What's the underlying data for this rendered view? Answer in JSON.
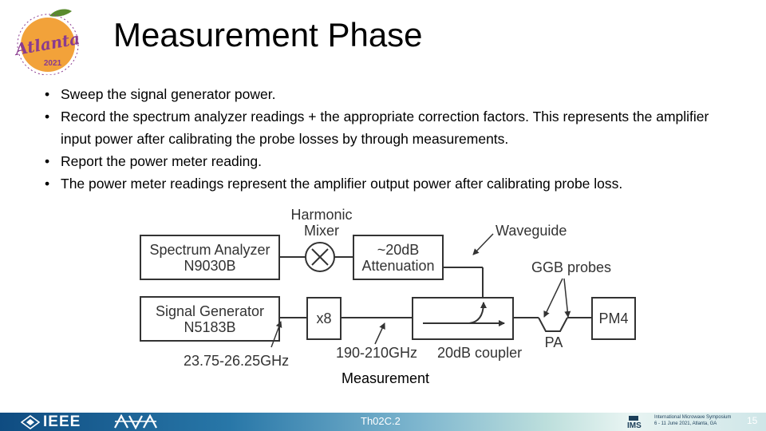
{
  "slide": {
    "title": "Measurement Phase",
    "caption": "Measurement"
  },
  "logo": {
    "city": "Atlanta",
    "year": "2021"
  },
  "bullets": [
    "Sweep the signal generator power.",
    "Record the spectrum analyzer readings + the appropriate correction factors. This represents the amplifier input power after calibrating the probe losses by through measurements.",
    "Report the power meter reading.",
    "The power meter readings represent the amplifier output power after calibrating probe loss."
  ],
  "diagram": {
    "mixer_label_1": "Harmonic",
    "mixer_label_2": "Mixer",
    "spectrum_analyzer_1": "Spectrum Analyzer",
    "spectrum_analyzer_2": "N9030B",
    "attenuation_1": "~20dB",
    "attenuation_2": "Attenuation",
    "waveguide": "Waveguide",
    "ggb_probes": "GGB probes",
    "signal_generator_1": "Signal Generator",
    "signal_generator_2": "N5183B",
    "multiplier": "x8",
    "power_meter": "PM4",
    "pa": "PA",
    "input_freq": "23.75-26.25GHz",
    "output_freq": "190-210GHz",
    "coupler": "20dB coupler"
  },
  "footer": {
    "ieee": "IEEE",
    "session_code": "Th02C.2",
    "symposium": "International Microwave Symposium",
    "dates": "6 - 11 June 2021, Atlanta, GA",
    "ims": "IMS",
    "page_number": "15"
  },
  "colors": {
    "peach": "#f2a23a",
    "leaf": "#5a8a2e",
    "logo_text": "#8a3b8f",
    "footer_dark": "#0f4c81",
    "footer_light": "#e8f4f2"
  }
}
